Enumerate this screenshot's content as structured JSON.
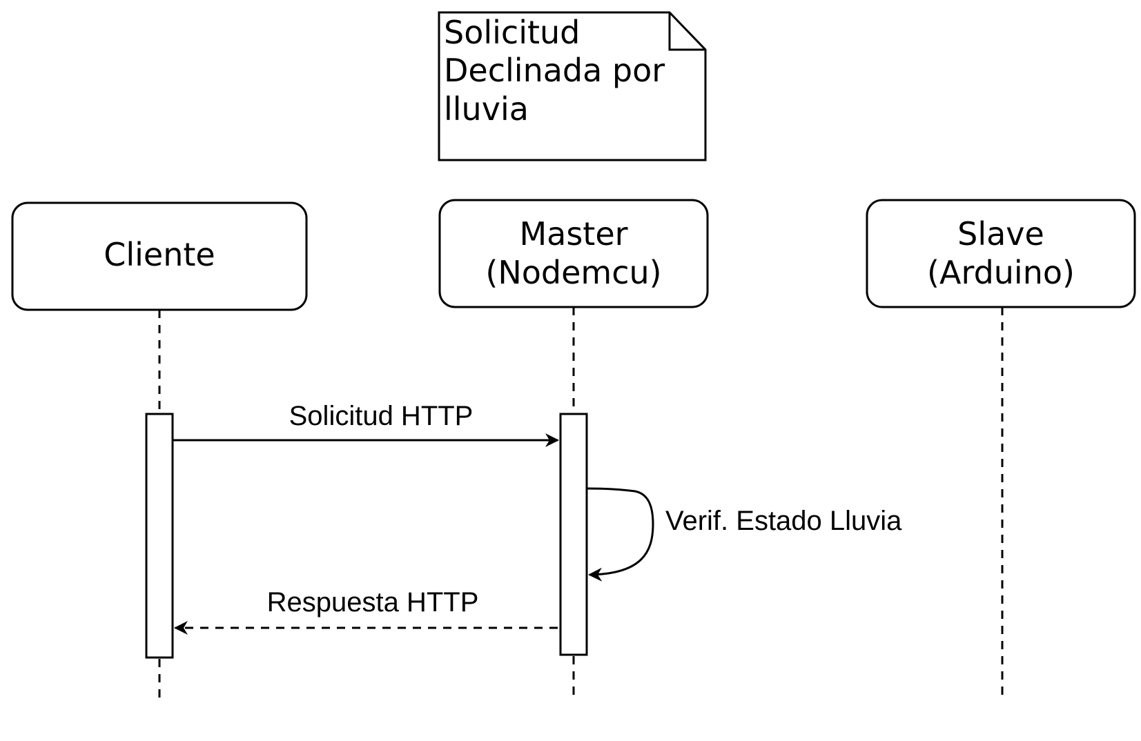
{
  "note": {
    "lines": [
      "Solicitud",
      "Declinada por",
      "lluvia"
    ]
  },
  "participants": [
    {
      "id": "cliente",
      "lines": [
        "Cliente"
      ]
    },
    {
      "id": "master",
      "lines": [
        "Master",
        "(Nodemcu)"
      ]
    },
    {
      "id": "slave",
      "lines": [
        "Slave",
        "(Arduino)"
      ]
    }
  ],
  "messages": {
    "request": "Solicitud HTTP",
    "self_check": "Verif. Estado Lluvia",
    "response": "Respuesta HTTP"
  },
  "colors": {
    "stroke": "#000000",
    "fill": "#ffffff"
  }
}
